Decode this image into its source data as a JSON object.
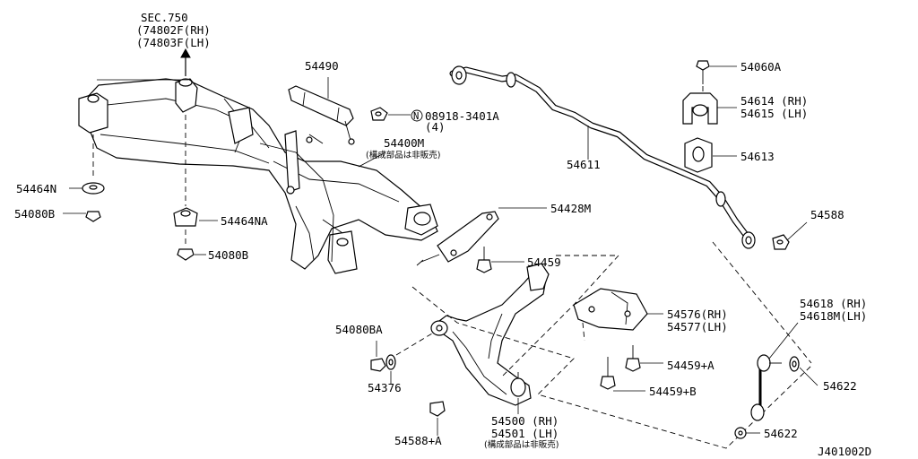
{
  "section_ref": {
    "sec": "SEC.750",
    "rh": "(74802F(RH)",
    "lh": "(74803F(LH)"
  },
  "labels": {
    "p54490": "54490",
    "p08918": "08918-3401A",
    "p08918_qty": "(4)",
    "p54400m": "54400M",
    "p54400m_note": "(構成部品は非販売)",
    "p54464n": "54464N",
    "p54080b_1": "54080B",
    "p54464na": "54464NA",
    "p54080b_2": "54080B",
    "p54428m": "54428M",
    "p54459": "54459",
    "p54611": "54611",
    "p54060a": "54060A",
    "p54614": "54614 (RH)",
    "p54615": "54615 (LH)",
    "p54613": "54613",
    "p54588": "54588",
    "p54576": "54576(RH)",
    "p54577": "54577(LH)",
    "p54459a": "54459+A",
    "p54459b": "54459+B",
    "p54618": "54618 (RH)",
    "p54618m": "54618M(LH)",
    "p54622_1": "54622",
    "p54622_2": "54622",
    "p54080ba": "54080BA",
    "p54376": "54376",
    "p54588a": "54588+A",
    "p54500": "54500 (RH)",
    "p54501": "54501 (LH)",
    "p54500_note": "(構成部品は非販売)"
  },
  "n_marker": "N",
  "diagram_id": "J401002D"
}
